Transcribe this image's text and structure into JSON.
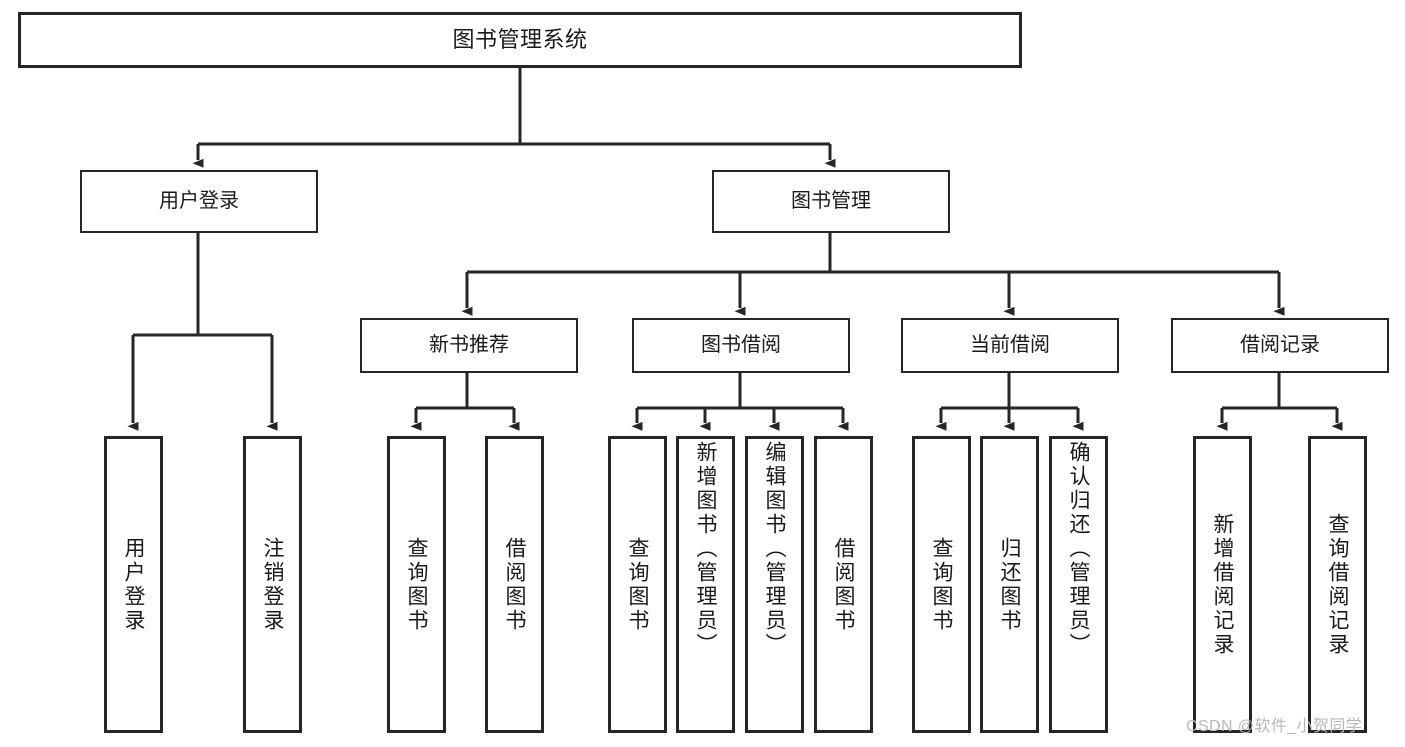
{
  "diagram": {
    "title": "图书管理系统",
    "watermark": "CSDN @软件_小贺同学",
    "colors": {
      "stroke": "#262626",
      "background": "#ffffff",
      "text": "#1a1a1a",
      "watermark": "#b9b9b9"
    },
    "root": {
      "label": "图书管理系统"
    },
    "level2": [
      {
        "label": "用户登录"
      },
      {
        "label": "图书管理"
      }
    ],
    "level3": [
      {
        "label": "新书推荐"
      },
      {
        "label": "图书借阅"
      },
      {
        "label": "当前借阅"
      },
      {
        "label": "借阅记录"
      }
    ],
    "leaves": {
      "user_login": [
        {
          "label": "用户登录"
        },
        {
          "label": "注销登录"
        }
      ],
      "new_book_recommend": [
        {
          "label": "查询图书"
        },
        {
          "label": "借阅图书"
        }
      ],
      "book_borrow": [
        {
          "label": "查询图书"
        },
        {
          "label": "新增图书（管理员）"
        },
        {
          "label": "编辑图书（管理员）"
        },
        {
          "label": "借阅图书"
        }
      ],
      "current_borrow": [
        {
          "label": "查询图书"
        },
        {
          "label": "归还图书"
        },
        {
          "label": "确认归还（管理员）"
        }
      ],
      "borrow_record": [
        {
          "label": "新增借阅记录"
        },
        {
          "label": "查询借阅记录"
        }
      ]
    }
  }
}
